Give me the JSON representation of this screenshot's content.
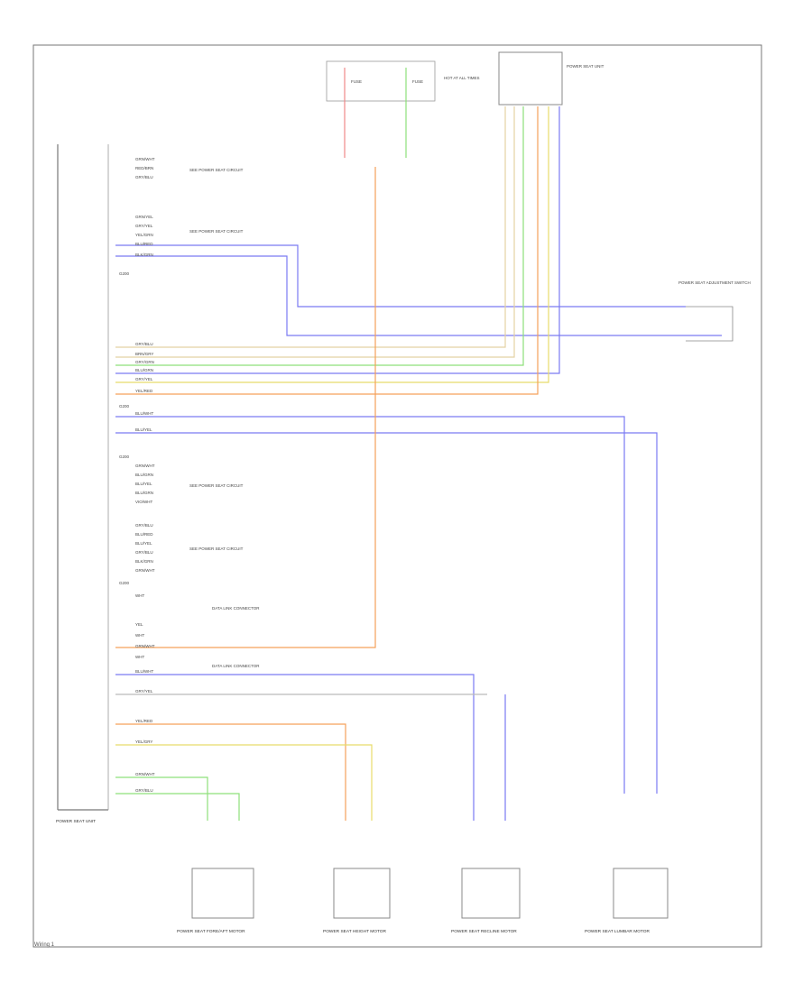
{
  "footer": "Wiring 1",
  "colors": {
    "border": "#777777",
    "wire_blue": "#7a7af2",
    "wire_green": "#8ee07a",
    "wire_orange": "#f5a15a",
    "wire_yellow": "#e8dc6a",
    "wire_red": "#ef8888",
    "wire_teal": "#76c0c8",
    "wire_tan": "#e4d2a4",
    "wire_gray": "#bbbbbb"
  },
  "components": {
    "left_module": "POWER SEAT UNIT",
    "fuses_note": "HOT AT ALL TIMES",
    "top_right_module": "POWER SEAT UNIT",
    "right_switch": "POWER SEAT ADJUSTMENT SWITCH",
    "motor1": "POWER SEAT FORE/AFT MOTOR",
    "motor2": "POWER SEAT HEIGHT MOTOR",
    "motor3": "POWER SEAT RECLINE MOTOR",
    "motor4": "POWER SEAT LUMBAR MOTOR"
  },
  "pin_labels": {
    "group1": [
      "GRN/WHT",
      "RED/BRN",
      "GRY/BLU"
    ],
    "group2": [
      "GRN/YEL",
      "GRY/YEL",
      "YEL/GRN",
      "BLU/RED",
      "BLK/GRN"
    ],
    "group3": [
      "GRY/BLU",
      "BRN/GRY",
      "GRY/GRN",
      "BLU/GRN",
      "GRY/YEL",
      "YEL/RED"
    ],
    "group4": [
      "BLU/WHT",
      "BLU/YEL"
    ],
    "group5": [
      "GRN/WHT",
      "BLU/GRN",
      "BLU/YEL",
      "BLU/GRN",
      "VIO/WHT"
    ],
    "group6": [
      "GRY/BLU",
      "BLU/RED",
      "BLU/YEL",
      "GRY/BLU",
      "BLK/GRN",
      "GRN/WHT"
    ],
    "group7": [
      "WHT",
      "YEL",
      "WHT",
      "GRN/WHT",
      "WHT"
    ],
    "group8": [
      "BLU/WHT",
      "GRY/YEL"
    ],
    "group9": [
      "YEL/RED",
      "YEL/GRY"
    ],
    "group10": [
      "GRN/WHT",
      "GRY/BLU"
    ]
  },
  "notes": {
    "ref1": "SEE POWER SEAT CIRCUIT",
    "ref2": "SEE POWER SEAT CIRCUIT",
    "ref3": "SEE POWER SEAT CIRCUIT",
    "ref4": "SEE POWER SEAT CIRCUIT",
    "dlc1": "DATA LINK CONNECTOR",
    "dlc2": "DATA LINK CONNECTOR"
  },
  "fuses": [
    "FUSE",
    "FUSE"
  ],
  "grounds": [
    "G200",
    "G200",
    "G200",
    "G200"
  ]
}
